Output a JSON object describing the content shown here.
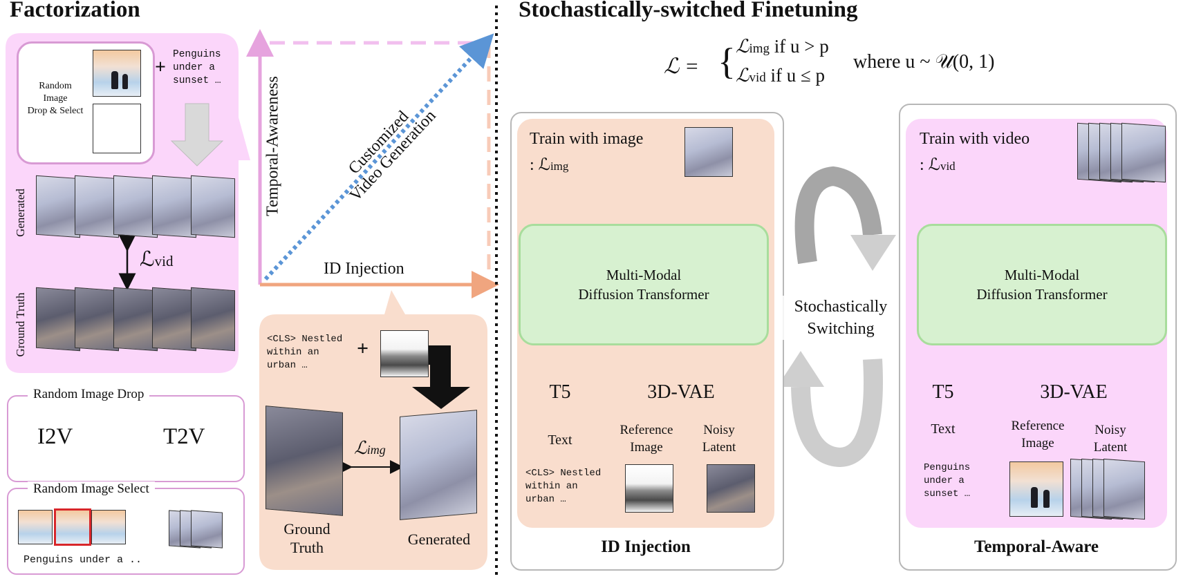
{
  "left": {
    "title": "Factorization",
    "drop_select_label": "Random\nImage\nDrop & Select",
    "prompt": "Penguins\nunder a\nsunset …",
    "plus": "+",
    "generated_label": "Generated",
    "ground_truth_label": "Ground Truth",
    "loss_vid": "ℒ",
    "loss_vid_sub": "vid",
    "random_image_drop": {
      "title": "Random Image Drop",
      "left": "I2V",
      "right": "T2V"
    },
    "random_image_select": {
      "title": "Random Image Select",
      "prompt": "Penguins under a .."
    }
  },
  "axes": {
    "y_label": "Temporal-Awareness",
    "x_label": "ID Injection",
    "diag_label_1": "Customized",
    "diag_label_2": "Video Generation"
  },
  "id_callout": {
    "prompt": "<CLS> Nestled\nwithin an\nurban …",
    "plus": "+",
    "loss": "ℒ",
    "loss_sub": "img",
    "ground_truth": "Ground\nTruth",
    "generated": "Generated"
  },
  "right": {
    "title": "Stochastically-switched Finetuning",
    "eq_lhs": "ℒ =",
    "eq_case1": "ℒ",
    "eq_case1_sub": "img",
    "eq_case1_cond": " if u > p",
    "eq_case2": "ℒ",
    "eq_case2_sub": "vid",
    "eq_case2_cond": " if u ≤ p",
    "eq_where": "where u ~ 𝒰(0, 1)",
    "switch_label": "Stochastically\nSwitching",
    "id_panel": {
      "train_line1": "Train with image",
      "train_line2_prefix": ": ℒ",
      "train_line2_sub": "img",
      "mmdt": "Multi-Modal\nDiffusion Transformer",
      "t5": "T5",
      "vae": "3D-VAE",
      "text_label": "Text",
      "ref_label": "Reference\nImage",
      "noisy_label": "Noisy\nLatent",
      "prompt": "<CLS> Nestled\nwithin an\nurban …",
      "caption": "ID Injection"
    },
    "temporal_panel": {
      "train_line1": "Train with video",
      "train_line2_prefix": ": ℒ",
      "train_line2_sub": "vid",
      "mmdt": "Multi-Modal\nDiffusion Transformer",
      "t5": "T5",
      "vae": "3D-VAE",
      "text_label": "Text",
      "ref_label": "Reference\nImage",
      "noisy_label": "Noisy\nLatent",
      "prompt": "Penguins\nunder a\nsunset …",
      "caption": "Temporal-Aware"
    }
  }
}
